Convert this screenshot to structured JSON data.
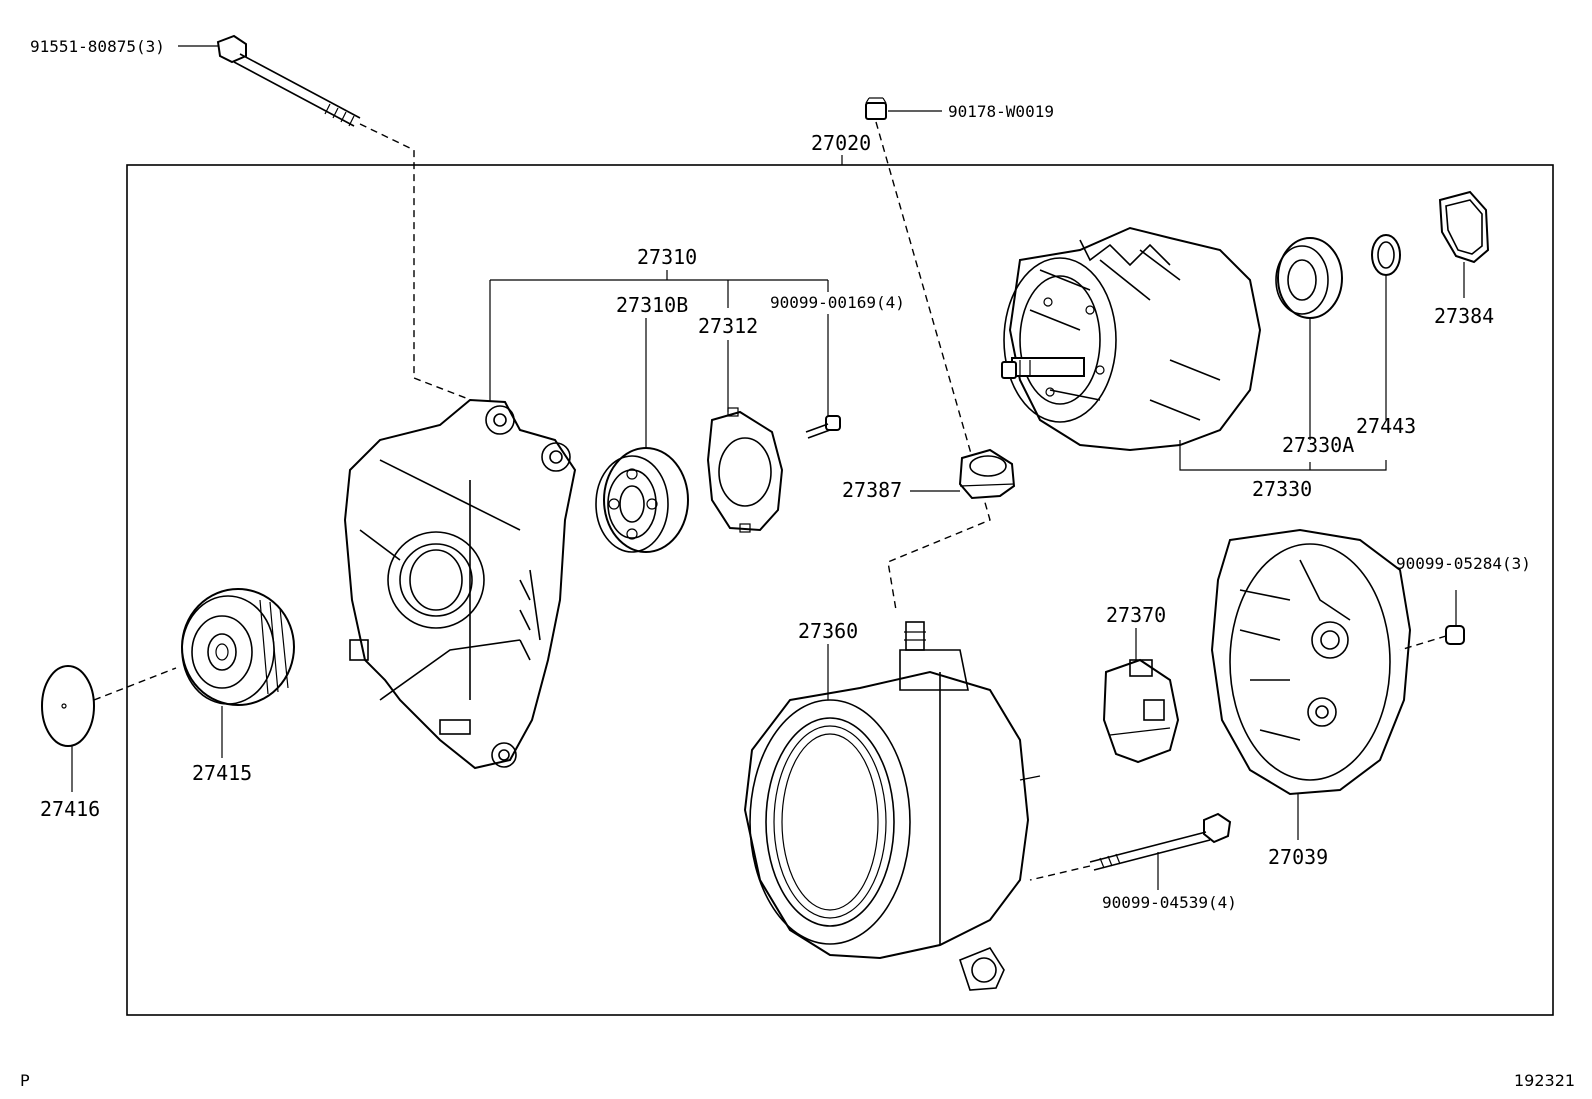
{
  "labels": {
    "p91551": "91551-80875(3)",
    "p90178": "90178-W0019",
    "p27020": "27020",
    "p27310": "27310",
    "p27310b": "27310B",
    "p27312": "27312",
    "p90099_00169": "90099-00169(4)",
    "p27384": "27384",
    "p27443": "27443",
    "p27330a": "27330A",
    "p27330": "27330",
    "p27387": "27387",
    "p90099_05284": "90099-05284(3)",
    "p27360": "27360",
    "p27370": "27370",
    "p27415": "27415",
    "p27416": "27416",
    "p27039": "27039",
    "p90099_04539": "90099-04539(4)"
  },
  "footer": {
    "left": "P",
    "right": "192321"
  }
}
